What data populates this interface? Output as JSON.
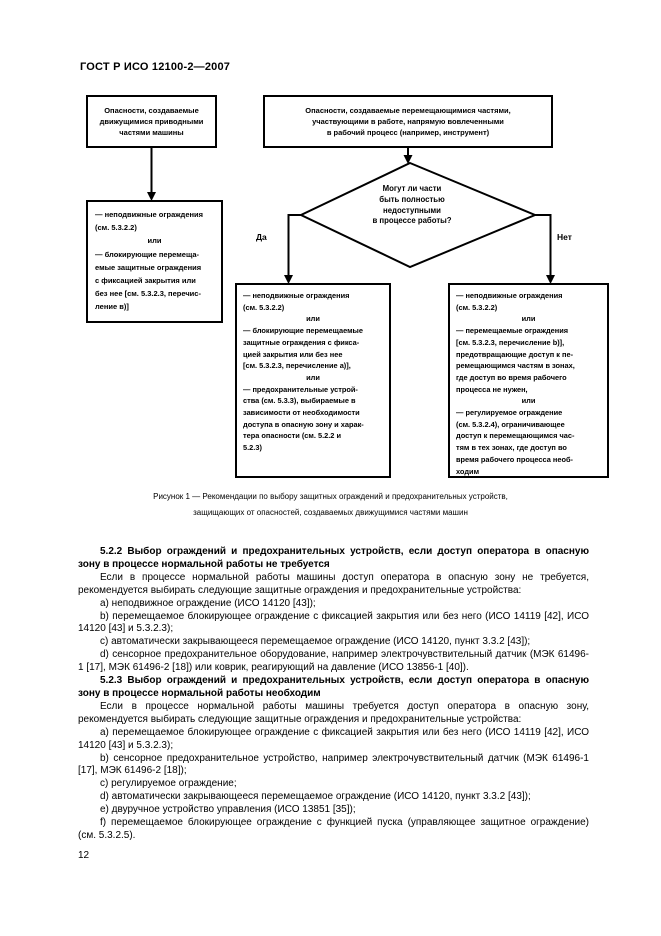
{
  "page": {
    "header": "ГОСТ Р ИСО 12100-2—2007",
    "number": "12"
  },
  "figure": {
    "box_top_left_lines": [
      "Опасности, создаваемые",
      "движущимися приводными",
      "частями машины"
    ],
    "box_top_right_lines": [
      "Опасности, создаваемые перемещающимися частями,",
      "участвующими в работе, напрямую вовлеченными",
      "в рабочий процесс (например, инструмент)"
    ],
    "decision_lines": [
      "Могут ли части",
      "быть полностью",
      "недоступными",
      "в процессе работы?"
    ],
    "label_yes": "Да",
    "label_no": "Нет",
    "box_left_lines": [
      "— неподвижные ограждения",
      "(см. 5.3.2.2)",
      {
        "text": "или",
        "center": true
      },
      "— блокирующие перемеща-",
      "емые защитные ограждения",
      "с фиксацией закрытия или",
      "без нее [см. 5.3.2.3, перечис-",
      "ление в)]"
    ],
    "box_middle_lines": [
      "— неподвижные ограждения",
      "(см. 5.3.2.2)",
      {
        "text": "или",
        "center": true
      },
      "— блокирующие перемещаемые",
      "защитные ограждения с фикса-",
      "цией закрытия или без нее",
      "[см. 5.3.2.3, перечисление а)],",
      {
        "text": "или",
        "center": true
      },
      "— предохранительные устрой-",
      "ства (см. 5.3.3), выбираемые в",
      "зависимости от необходимости",
      "доступа в опасную зону и харак-",
      "тера опасности (см. 5.2.2 и",
      "5.2.3)"
    ],
    "box_right_lines": [
      "— неподвижные ограждения",
      "(см. 5.3.2.2)",
      {
        "text": "или",
        "center": true
      },
      "— перемещаемые ограждения",
      "[см. 5.3.2.3, перечисление b)],",
      "предотвращающие доступ к пе-",
      "ремещающимся частям в зонах,",
      "где доступ во время рабочего",
      "процесса не нужен,",
      {
        "text": "или",
        "center": true
      },
      "— регулируемое ограждение",
      "(см. 5.3.2.4), ограничивающее",
      "доступ к перемещающимся час-",
      "тям в тех зонах, где доступ во",
      "время рабочего процесса необ-",
      "ходим"
    ],
    "caption_line1": "Рисунок 1 — Рекомендации по выбору защитных ограждений и предохранительных устройств,",
    "caption_line2": "защищающих от опасностей, создаваемых движущимися частями машин"
  },
  "body": {
    "s522": {
      "heading": "5.2.2 Выбор ограждений и предохранительных устройств, если доступ оператора в опасную зону в процессе нормальной работы не требуется",
      "intro": "Если в процессе нормальной работы машины доступ оператора в опасную зону не требуется, рекомендуется выбирать следующие защитные ограждения и предохранительные устройства:",
      "items": [
        "a) неподвижное ограждение (ИСО 14120 [43]);",
        "b) перемещаемое блокирующее ограждение с фиксацией закрытия или без него (ИСО 14119 [42], ИСО 14120 [43] и 5.3.2.3);",
        "c) автоматически закрывающееся перемещаемое ограждение (ИСО 14120, пункт 3.3.2 [43]);",
        "d) сенсорное предохранительное оборудование, например электрочувствительный датчик (МЭК 61496-1 [17], МЭК 61496-2 [18]) или коврик, реагирующий на давление (ИСО 13856-1 [40])."
      ]
    },
    "s523": {
      "heading": "5.2.3 Выбор ограждений и предохранительных устройств, если доступ оператора в опасную зону в процессе нормальной работы необходим",
      "intro": "Если в процессе нормальной работы машины требуется доступ оператора в опасную зону, рекомендуется выбирать следующие защитные ограждения и предохранительные устройства:",
      "items": [
        "a) перемещаемое блокирующее ограждение с фиксацией закрытия или без него (ИСО 14119 [42], ИСО 14120 [43] и 5.3.2.3);",
        "b) сенсорное предохранительное устройство, например электрочувствительный датчик (МЭК 61496-1 [17], МЭК 61496-2 [18]);",
        "c) регулируемое ограждение;",
        "d) автоматически закрывающееся перемещаемое ограждение (ИСО 14120, пункт 3.3.2 [43]);",
        "e) двуручное устройство управления (ИСО 13851 [35]);",
        "f) перемещаемое блокирующее ограждение с функцией пуска (управляющее защитное ограждение) (см. 5.3.2.5)."
      ]
    }
  }
}
